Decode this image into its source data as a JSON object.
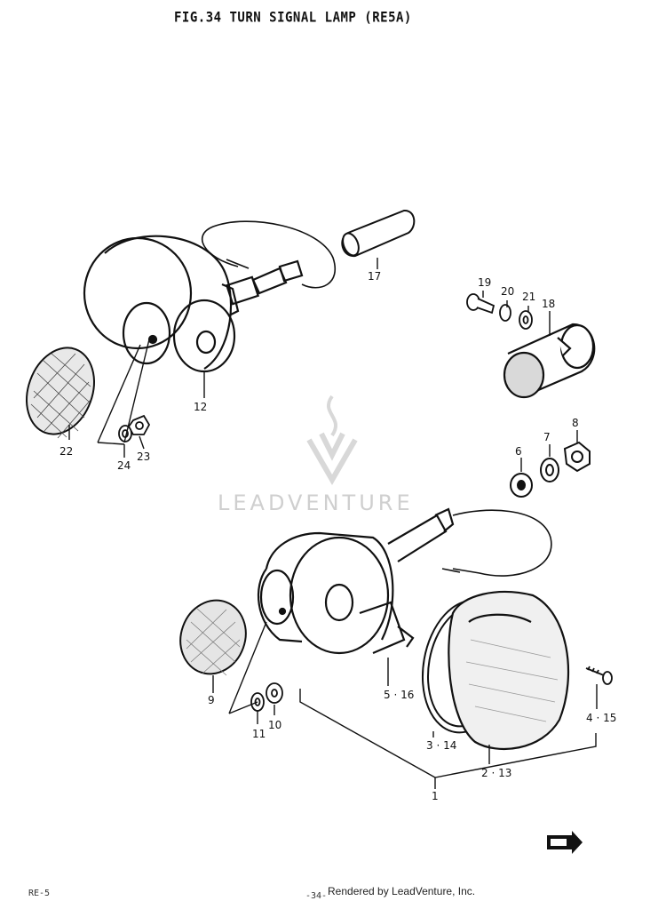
{
  "header": {
    "title": "FIG.34  TURN SIGNAL LAMP (RE5A)"
  },
  "footer": {
    "rendered_by": "Rendered by LeadVenture, Inc.",
    "corner_code": "RE-5",
    "page": "-34-"
  },
  "watermark": {
    "text": "LEADVENTURE"
  },
  "callouts": {
    "c1": "1",
    "c2_13": "2 · 13",
    "c3_14": "3 · 14",
    "c4_15": "4 · 15",
    "c5_16": "5 · 16",
    "c6": "6",
    "c7": "7",
    "c8": "8",
    "c9": "9",
    "c10": "10",
    "c11": "11",
    "c12": "12",
    "c17": "17",
    "c18": "18",
    "c19": "19",
    "c20": "20",
    "c21": "21",
    "c22": "22",
    "c23": "23",
    "c24": "24"
  },
  "icons": {
    "direction_arrow": "fwd-arrow-icon",
    "logo": "leadventure-logo-icon"
  },
  "colors": {
    "ink": "#111111",
    "watermark": "#cfcfcf",
    "paper": "#ffffff"
  }
}
